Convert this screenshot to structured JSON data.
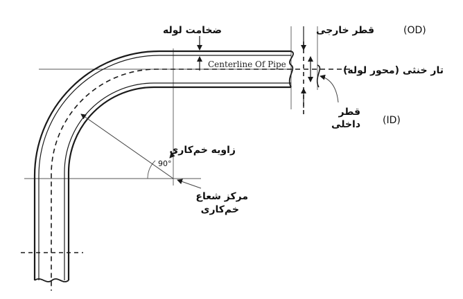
{
  "labels": {
    "wall_thickness": "ضخامت لوله",
    "outer_diameter": "قطر خارجی",
    "od_abbr": "(OD)",
    "centerline": "Centerline Of Pipe",
    "centerline_fa": "تار خنثی (محور لوله)",
    "inner_diameter_1": "قطر",
    "inner_diameter_2": "داخلی",
    "id_abbr": "(ID)",
    "bend_angle": "زاویه خم‌کاری",
    "angle_value": "90°",
    "bend_center_1": "مرکز شعاع",
    "bend_center_2": "خم‌کاری"
  },
  "colors": {
    "stroke": "#1a1a1a",
    "thin": "#555555",
    "text": "#111111"
  }
}
